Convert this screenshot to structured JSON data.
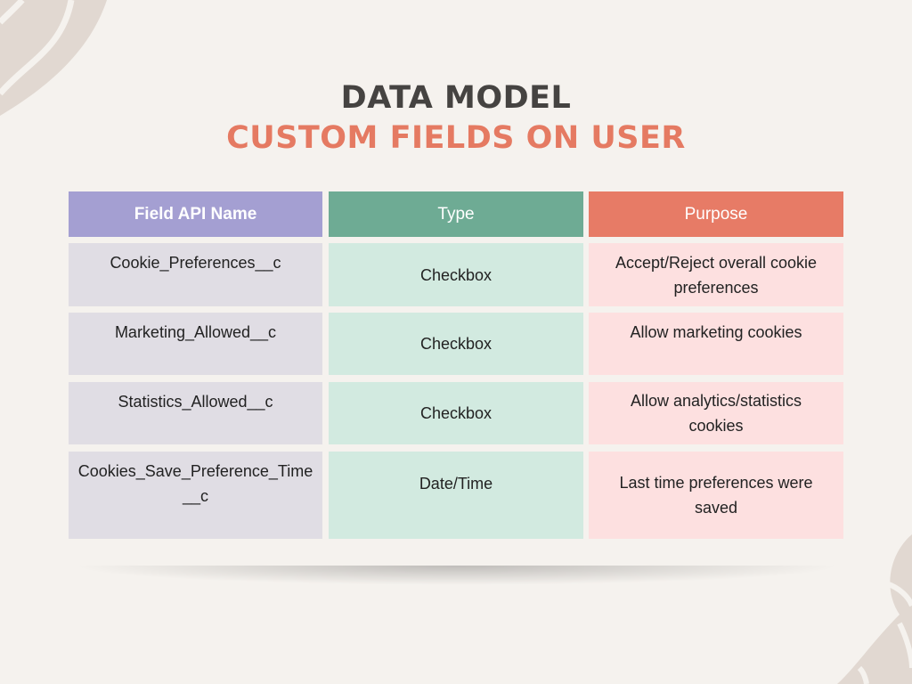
{
  "title": {
    "line1": "DATA MODEL",
    "line2": "CUSTOM FIELDS ON USER"
  },
  "colors": {
    "header1": "#a49fd2",
    "header2": "#6eab94",
    "header3": "#e77b66",
    "accent": "#e57a62"
  },
  "table": {
    "headers": [
      "Field API Name",
      "Type",
      "Purpose"
    ],
    "rows": [
      {
        "field": "Cookie_Preferences__c",
        "type": "Checkbox",
        "purpose": "Accept/Reject overall cookie preferences"
      },
      {
        "field": "Marketing_Allowed__c",
        "type": "Checkbox",
        "purpose": "Allow marketing cookies"
      },
      {
        "field": "Statistics_Allowed__c",
        "type": "Checkbox",
        "purpose": "Allow analytics/statistics cookies"
      },
      {
        "field": "Cookies_Save_Preference_Time__c",
        "type": "Date/Time",
        "purpose": "Last time preferences were saved"
      }
    ]
  }
}
